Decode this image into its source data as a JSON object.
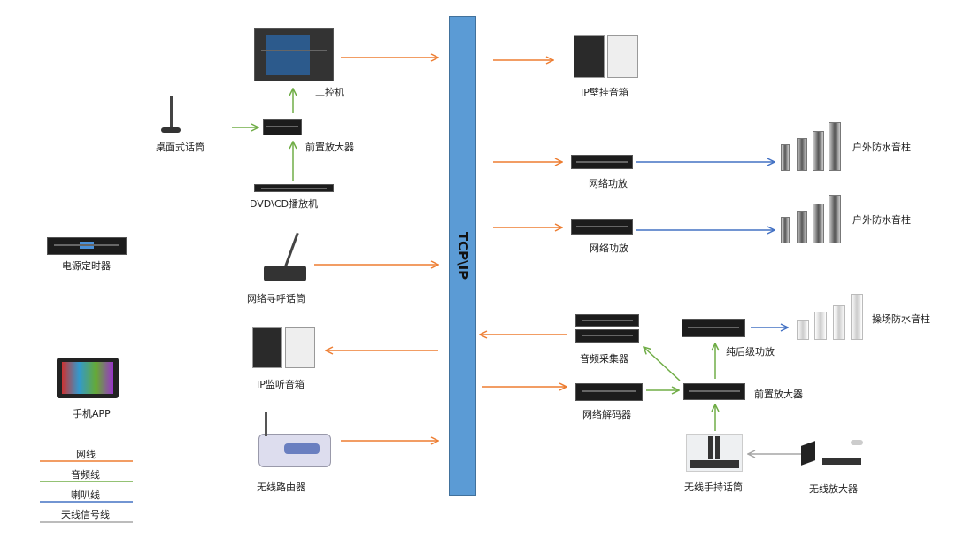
{
  "bus": {
    "label": "TCP\\IP",
    "color": "#5B9BD5"
  },
  "nodes": {
    "industrial_pc": "工控机",
    "preamp_left": "前置放大器",
    "desktop_mic": "桌面式话筒",
    "dvd_player": "DVD\\CD播放机",
    "power_timer": "电源定时器",
    "paging_mic": "网络寻呼话筒",
    "ip_monitor_speaker": "IP监听音箱",
    "mobile_app": "手机APP",
    "wireless_router": "无线路由器",
    "ip_wall_speaker": "IP壁挂音箱",
    "network_amp_1": "网络功放",
    "network_amp_2": "网络功放",
    "outdoor_column_1": "户外防水音柱",
    "outdoor_column_2": "户外防水音柱",
    "audio_collector": "音频采集器",
    "power_amp": "纯后级功放",
    "playground_column": "操场防水音柱",
    "network_decoder": "网络解码器",
    "preamp_right": "前置放大器",
    "wireless_handheld_mic": "无线手持话筒",
    "wireless_amplifier": "无线放大器"
  },
  "legend": [
    {
      "label": "网线",
      "color": "#ED7D31"
    },
    {
      "label": "音频线",
      "color": "#70AD47"
    },
    {
      "label": "喇叭线",
      "color": "#4472C4"
    },
    {
      "label": "天线信号线",
      "color": "#A5A5A5"
    }
  ]
}
